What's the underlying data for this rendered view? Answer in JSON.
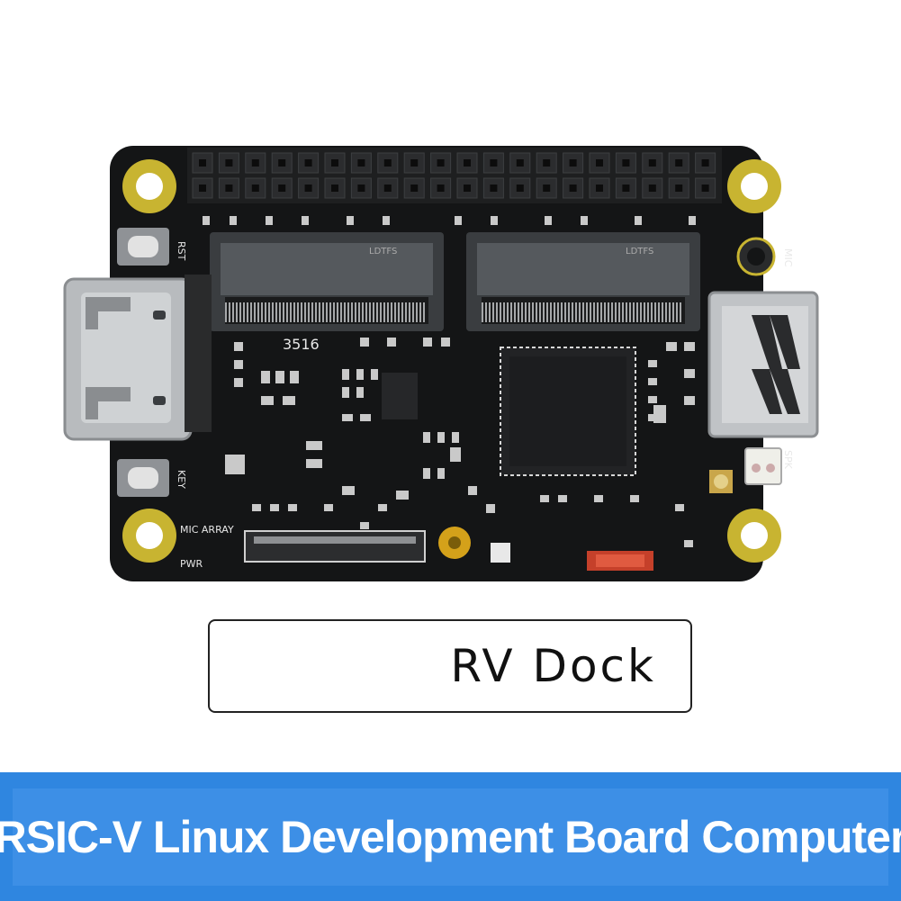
{
  "board": {
    "silkscreen": {
      "rst": "RST",
      "mic": "MIC",
      "chip_code": "3516",
      "key": "KEY",
      "mic_array": "MIC ARRAY",
      "pwr": "PWR",
      "spk": "SPK",
      "slot_brand_left": "LDTFS",
      "slot_brand_right": "LDTFS"
    },
    "colors": {
      "pcb": "#121314",
      "gold": "#c8b431",
      "metal": "#bfc2c4",
      "chip": "#1f2022"
    }
  },
  "product_label": "RV Dock",
  "banner": {
    "text": "RSIC-V Linux Development Board Computer",
    "color": "#3d8fe6"
  }
}
